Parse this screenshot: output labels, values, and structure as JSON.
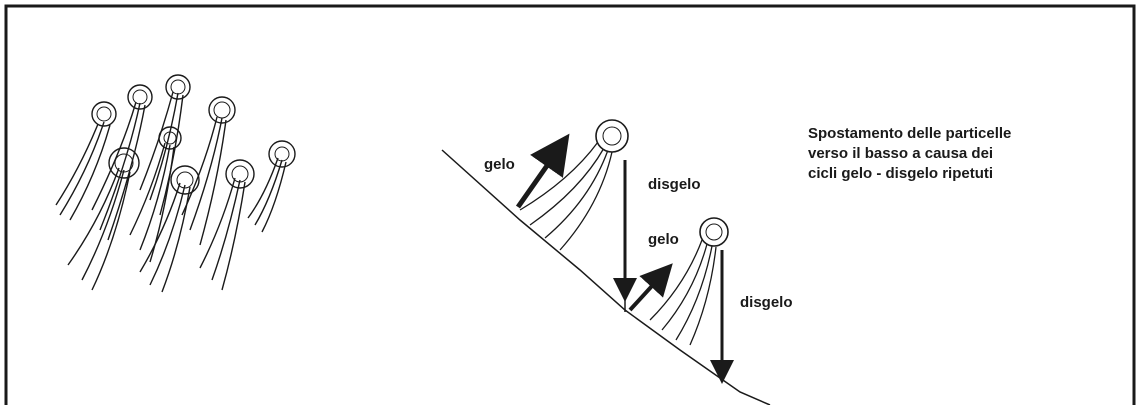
{
  "labels": {
    "gelo_1": "gelo",
    "disgelo_1": "disgelo",
    "gelo_2": "gelo",
    "disgelo_2": "disgelo"
  },
  "caption": {
    "line_1": "Spostamento delle particelle",
    "line_2": "verso il basso a causa dei",
    "line_3": "cicli gelo - disgelo ripetuti"
  },
  "colors": {
    "ink": "#1a1a1a",
    "frame": "#1a1a1a",
    "background": "#ffffff"
  }
}
